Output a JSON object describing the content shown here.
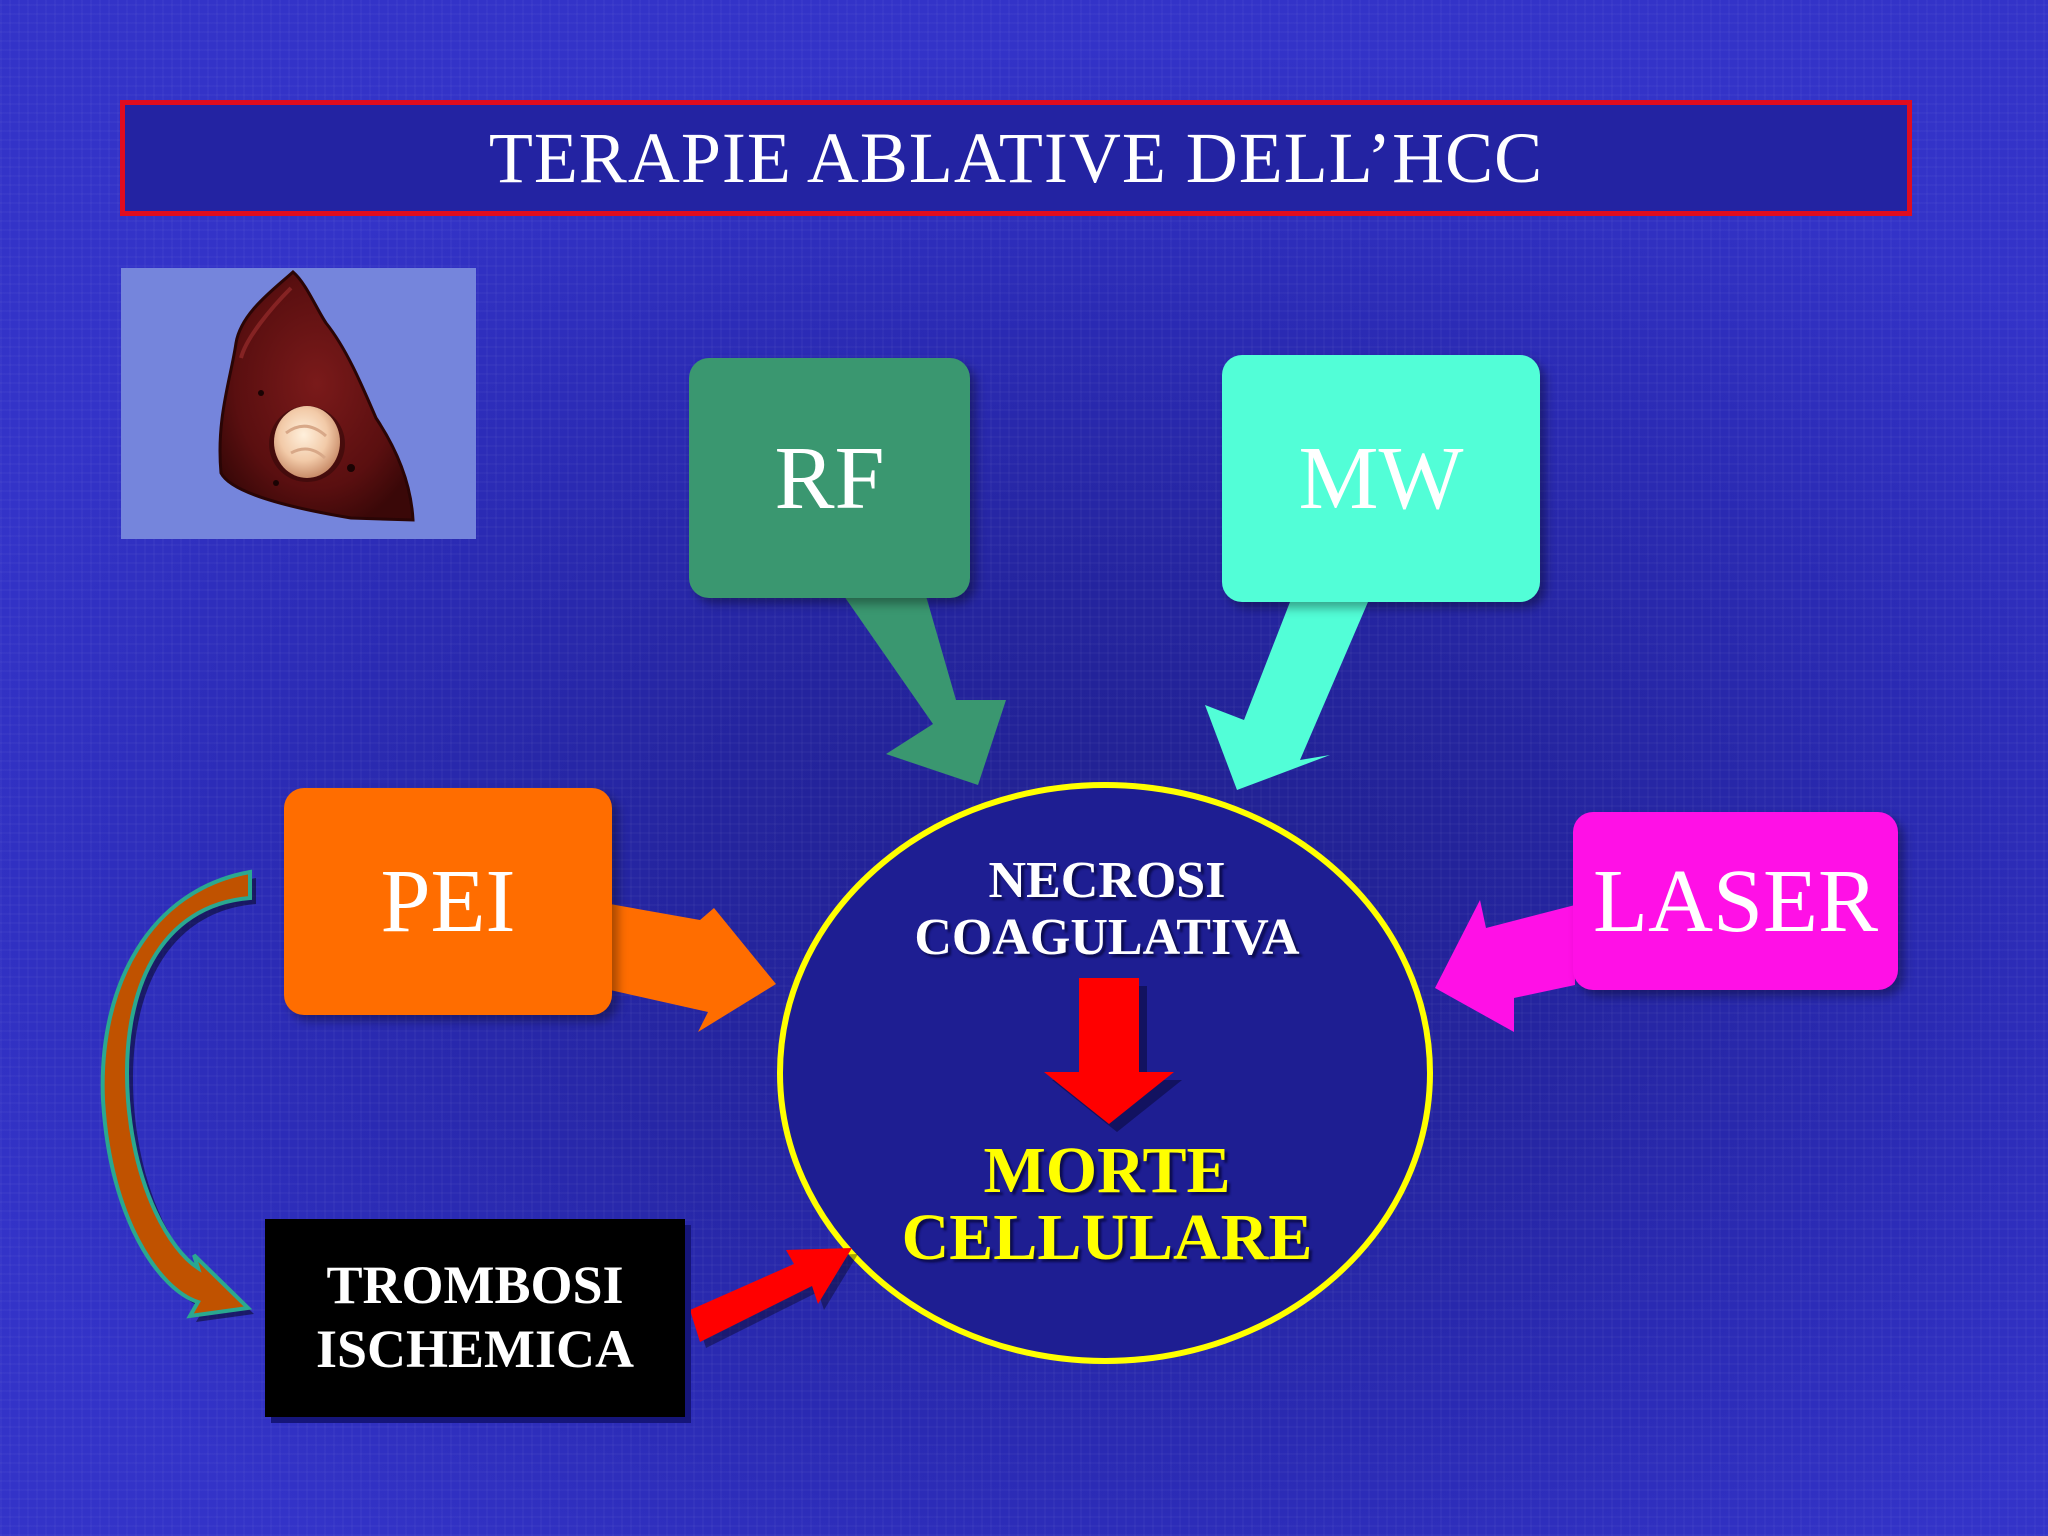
{
  "title": "TERAPIE ABLATIVE DELL’HCC",
  "image": {
    "icon": "liver-specimen-photo"
  },
  "techniques": {
    "rf": "RF",
    "mw": "MW",
    "pei": "PEI",
    "laser": "LASER"
  },
  "outcome": {
    "necrosi_line1": "NECROSI",
    "necrosi_line2": "COAGULATIVA",
    "morte_line1": "MORTE",
    "morte_line2": "CELLULARE"
  },
  "trombosi": {
    "line1": "TROMBOSI",
    "line2": "ISCHEMICA"
  },
  "colors": {
    "background": "#2a2ab8",
    "title_border": "#e00c1e",
    "rf": "#3a9770",
    "mw": "#52fed7",
    "pei": "#ff6d00",
    "laser": "#ff10e6",
    "circle_border": "#ffff00",
    "result_text": "#ffff00",
    "down_arrow": "#ff0000"
  }
}
